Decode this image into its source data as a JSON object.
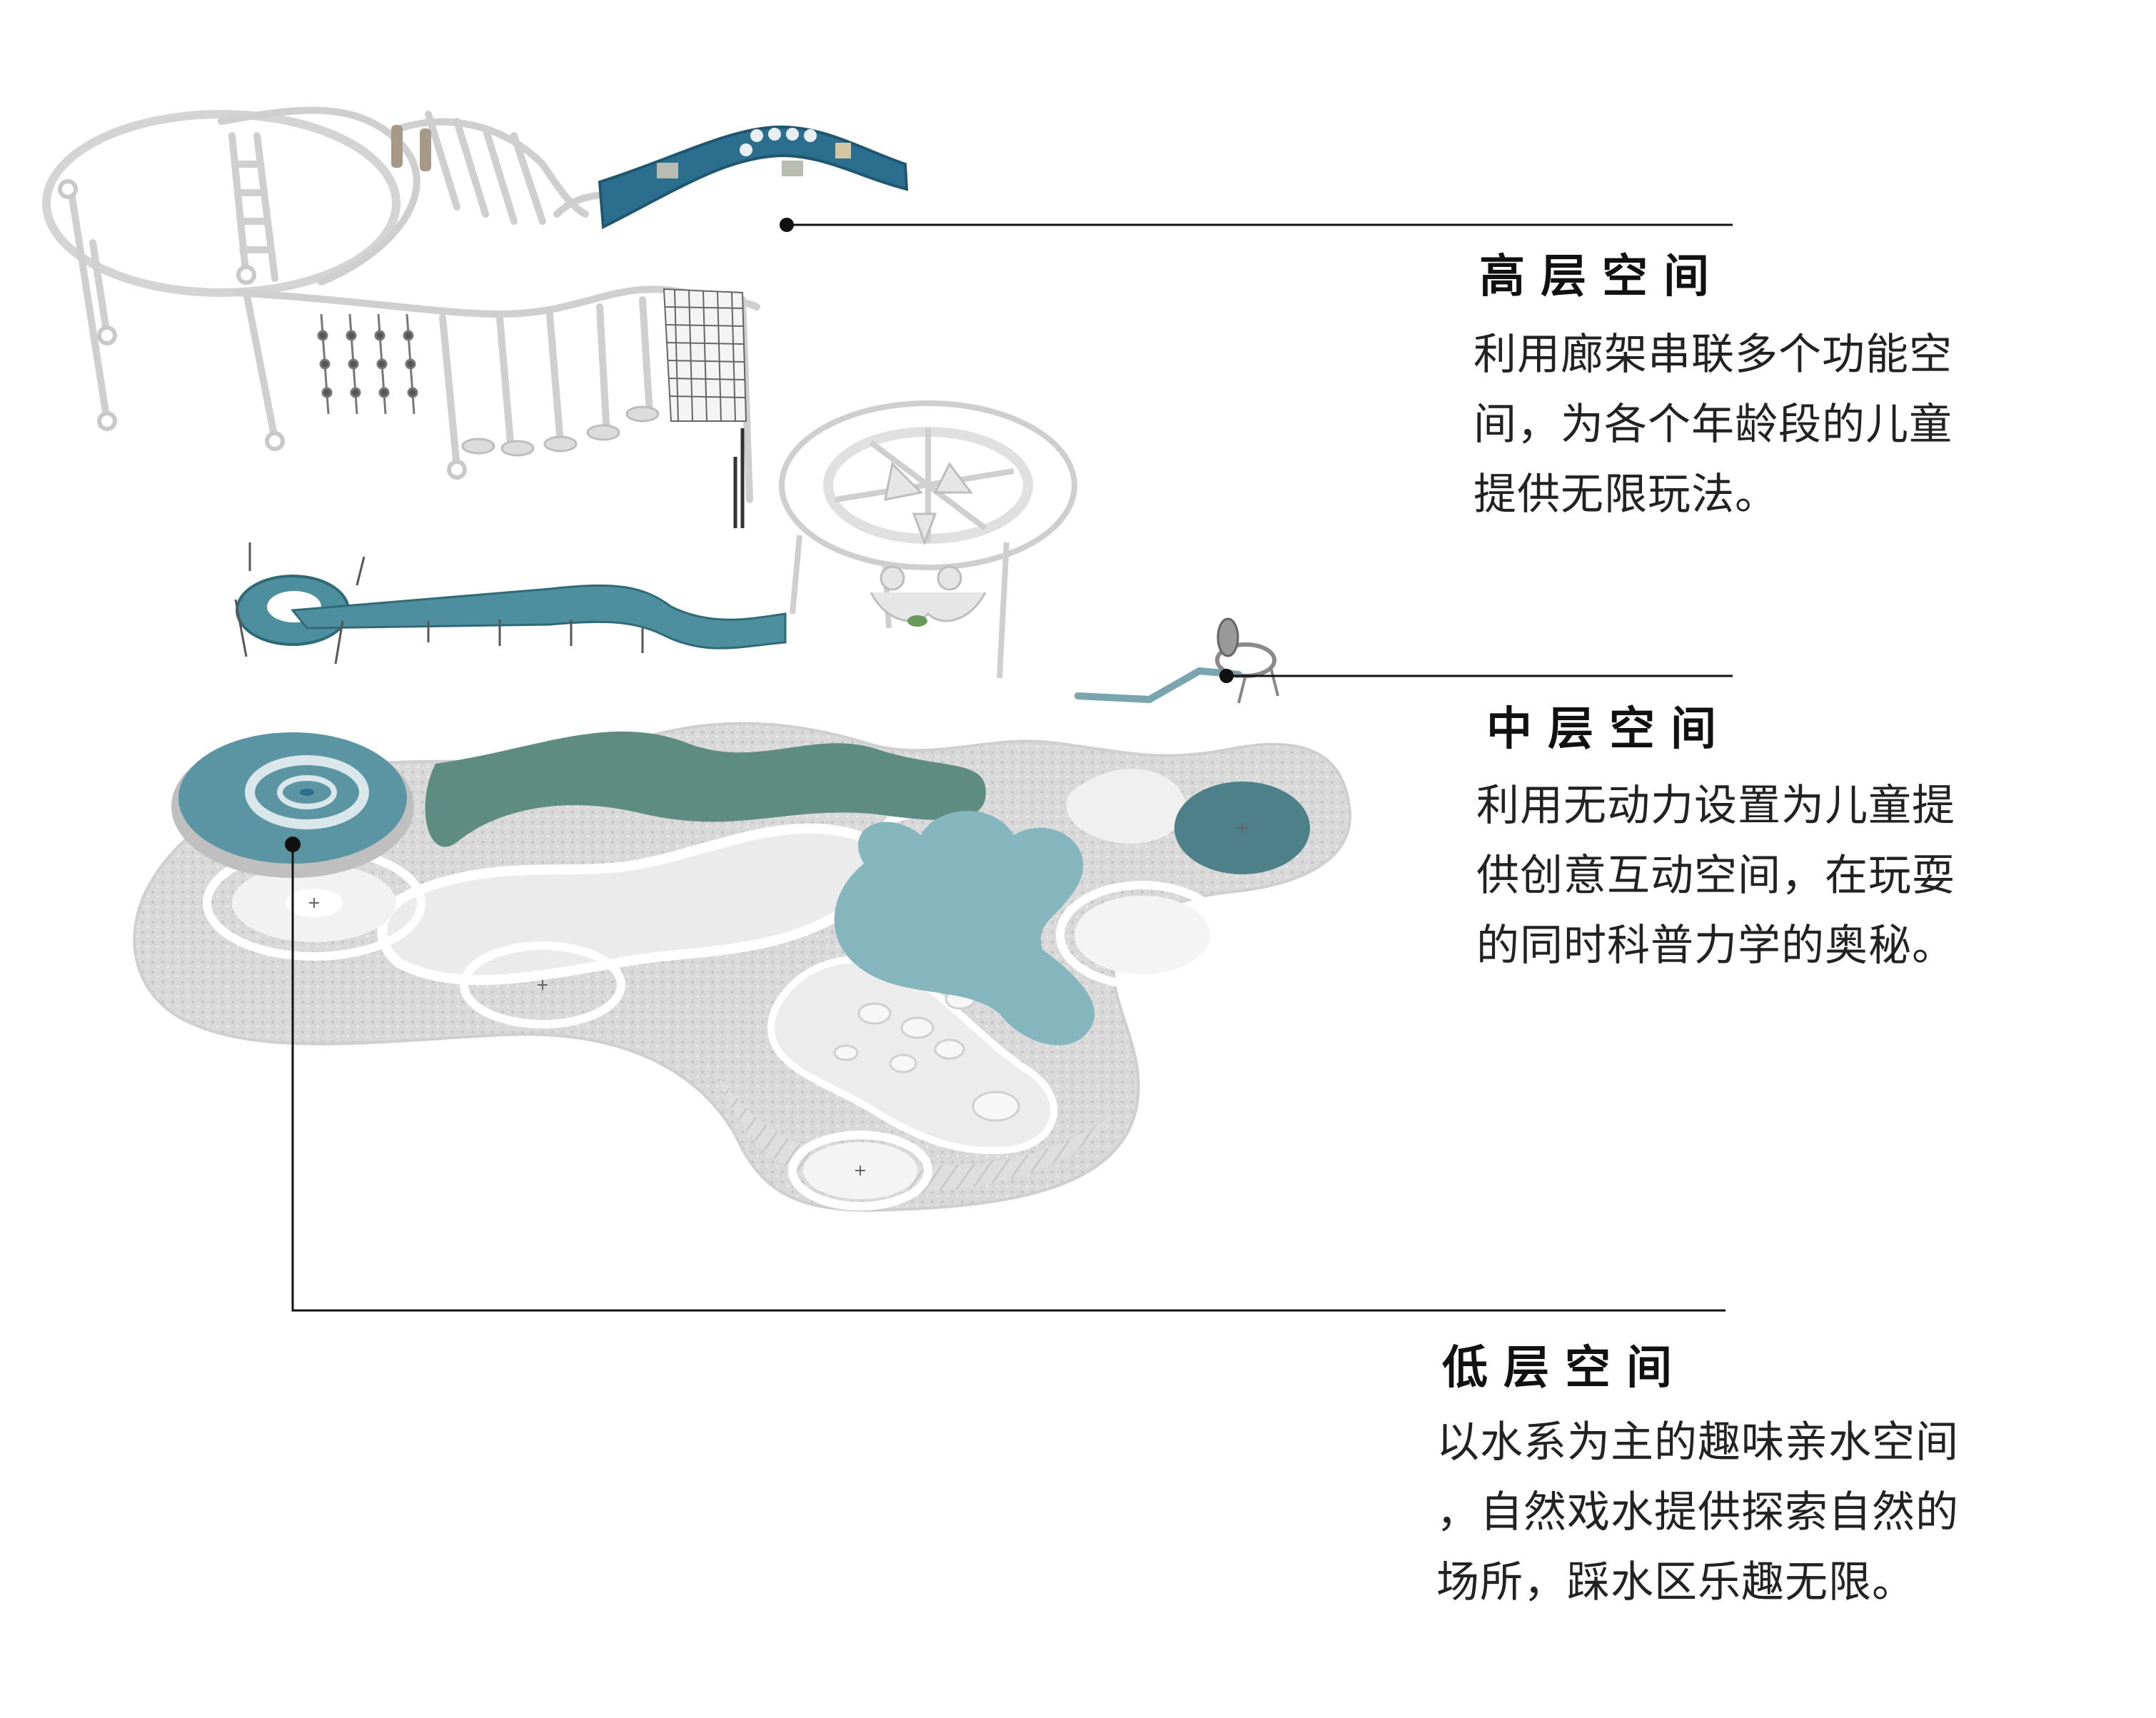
{
  "layers": [
    {
      "key": "high",
      "title": "高层空间",
      "lines": [
        "利用廊架串联多个功能空",
        "间，为各个年龄段的儿童",
        "提供无限玩法。"
      ]
    },
    {
      "key": "middle",
      "title": "中层空间",
      "lines": [
        "利用无动力设置为儿童提",
        "供创意互动空间，在玩耍",
        "的同时科普力学的奥秘。"
      ]
    },
    {
      "key": "low",
      "title": "低层空间",
      "lines": [
        "以水系为主的趣味亲水空间",
        "，自然戏水提供探索自然的",
        "场所，踩水区乐趣无限。"
      ]
    }
  ],
  "colors": {
    "teal_dark": "#2c6e8e",
    "teal_mid": "#4d8f9e",
    "teal_light": "#86b6bd",
    "sage": "#5e8c80",
    "ground_grey": "#dcdcdc",
    "line_black": "#111111"
  }
}
